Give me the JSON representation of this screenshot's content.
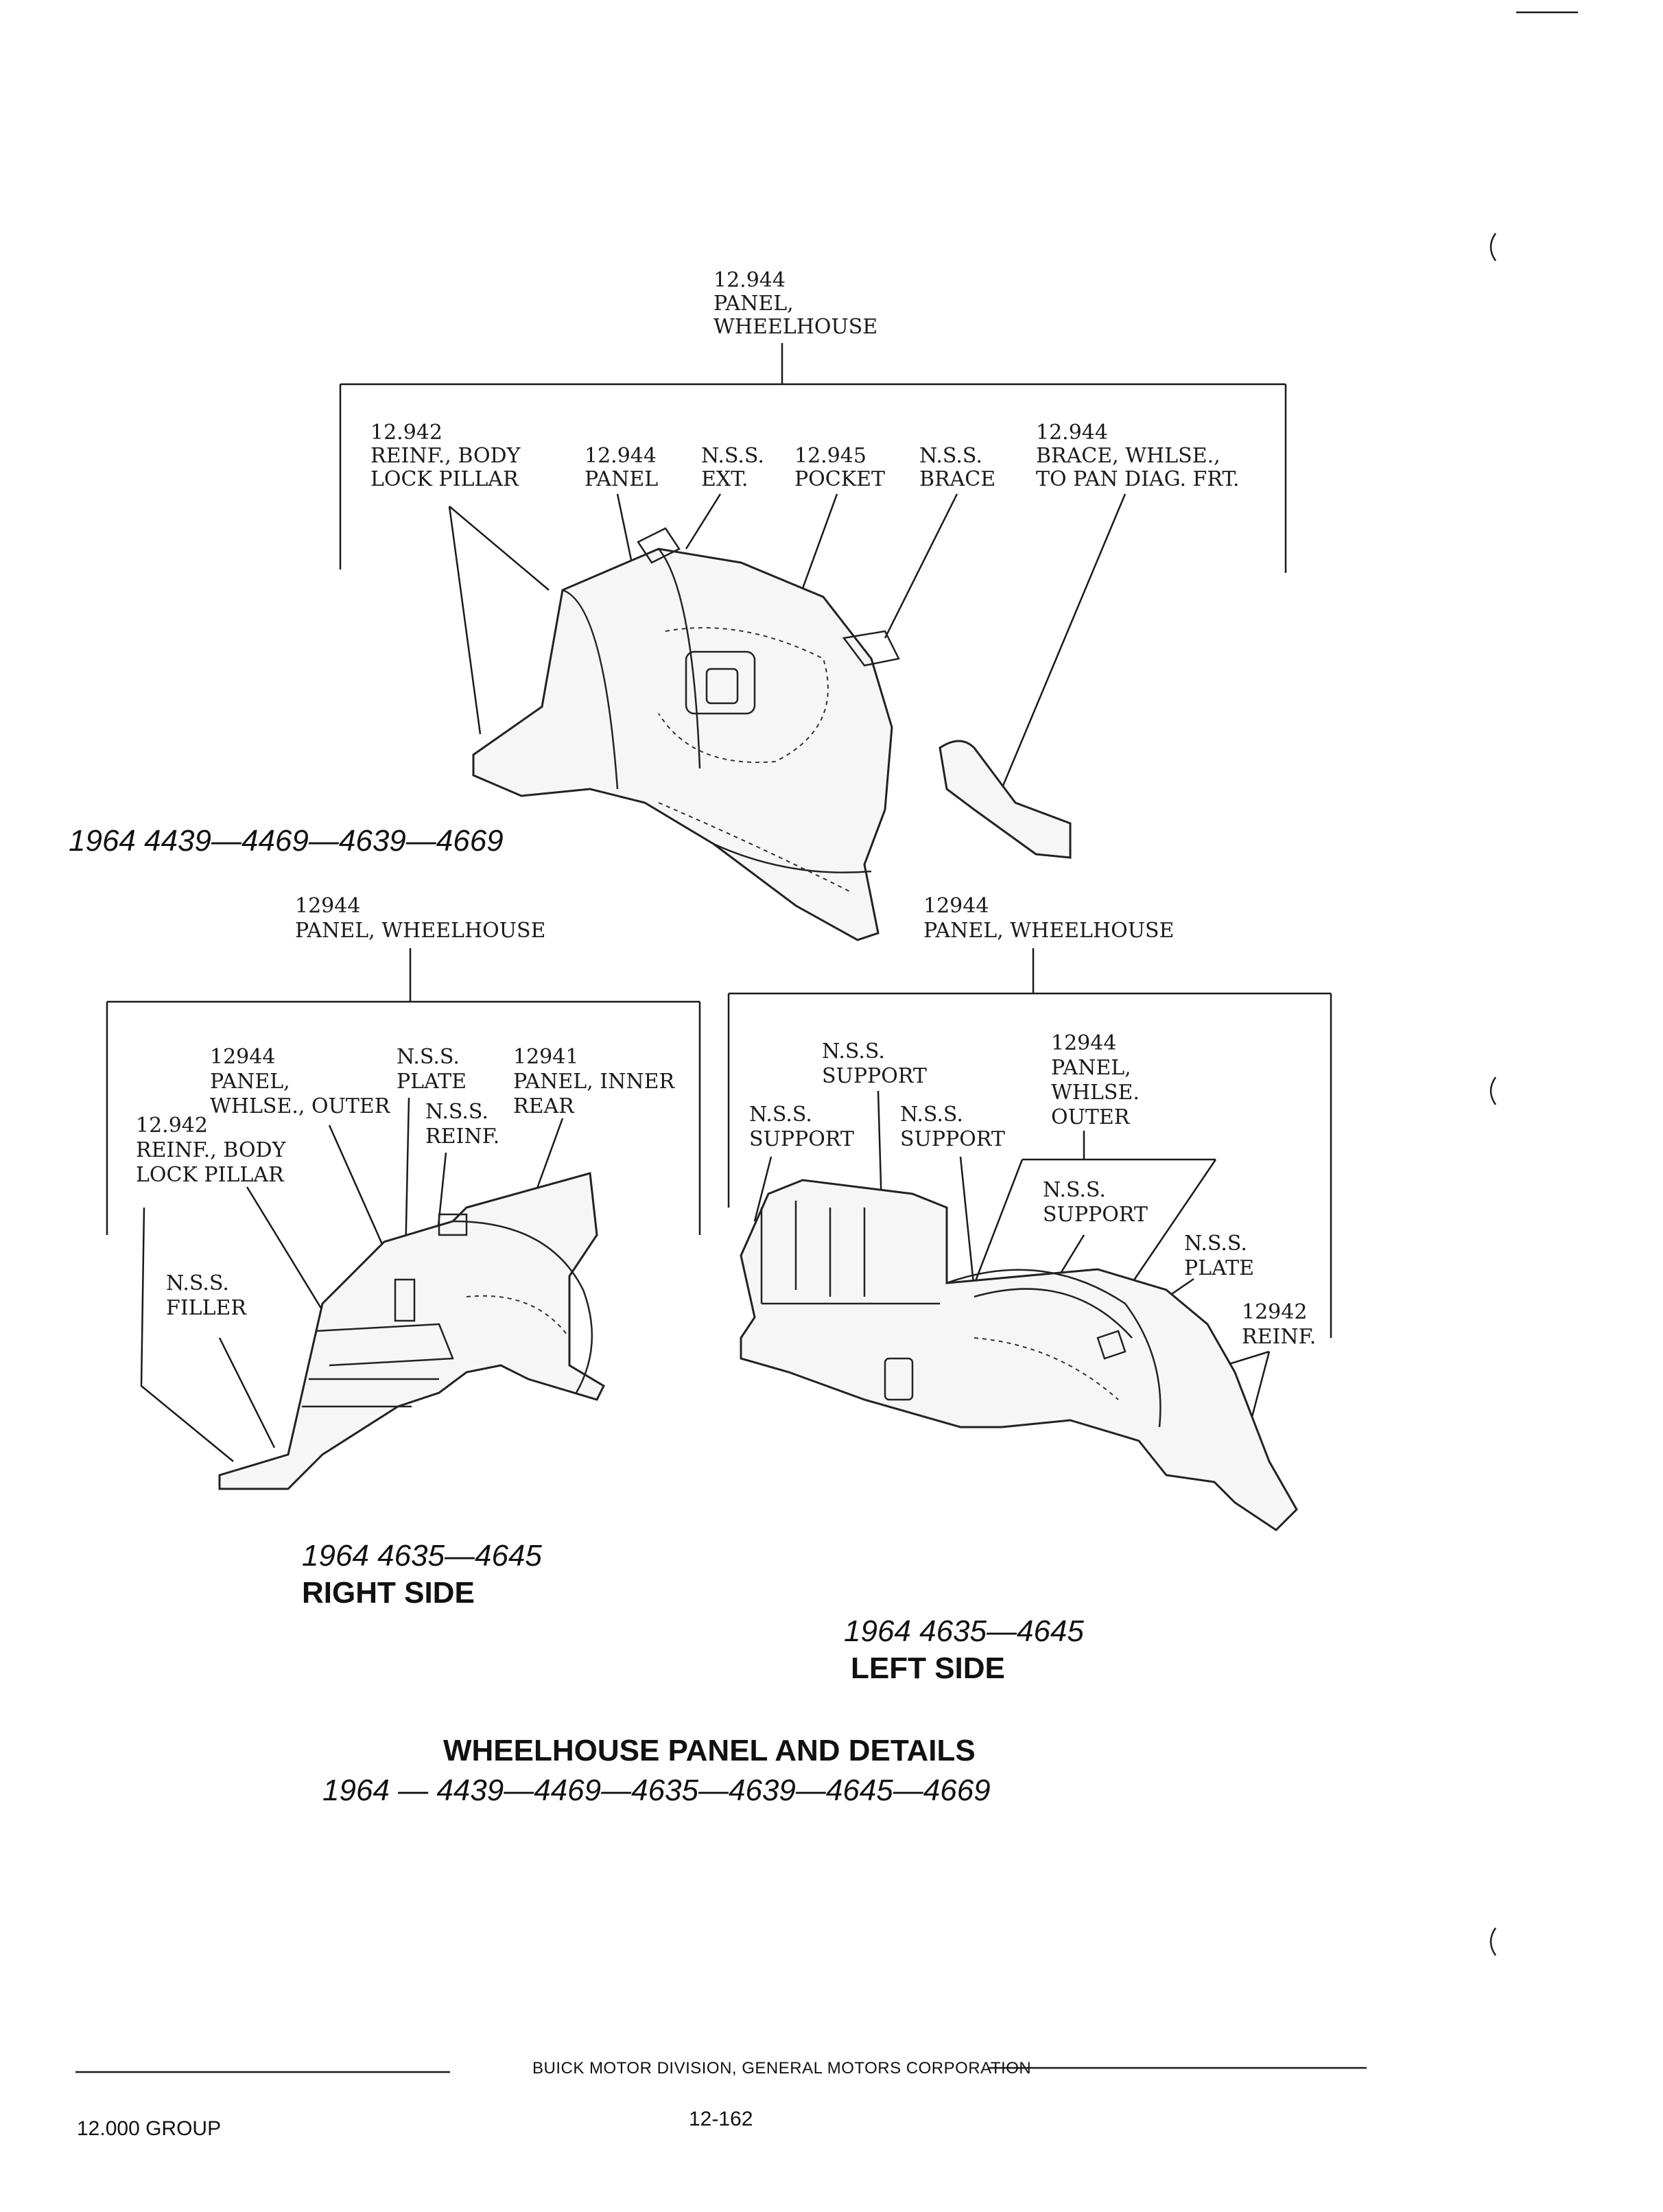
{
  "diagram_top": {
    "top_label": [
      "12.944",
      "PANEL,",
      "WHEELHOUSE"
    ],
    "callouts": {
      "reinf_body_lock_pillar": [
        "12.942",
        "REINF., BODY",
        "LOCK PILLAR"
      ],
      "panel": [
        "12.944",
        "PANEL"
      ],
      "nss_ext": [
        "N.S.S.",
        "EXT."
      ],
      "pocket": [
        "12.945",
        "POCKET"
      ],
      "nss_brace": [
        "N.S.S.",
        "BRACE"
      ],
      "brace_whlse": [
        "12.944",
        "BRACE, WHLSE.,",
        "TO PAN DIAG. FRT."
      ]
    },
    "caption": "1964  4439—4469—4639—4669"
  },
  "diagram_right_side": {
    "top_label": [
      "12944",
      "PANEL, WHEELHOUSE"
    ],
    "callouts": {
      "panel_whlse_outer": [
        "12944",
        "PANEL,",
        "WHLSE., OUTER"
      ],
      "nss_plate": [
        "N.S.S.",
        "PLATE"
      ],
      "panel_inner_rear": [
        "12941",
        "PANEL, INNER",
        "REAR"
      ],
      "nss_reinf": [
        "N.S.S.",
        "REINF."
      ],
      "reinf_body_lock_pillar": [
        "12.942",
        "REINF., BODY",
        "LOCK PILLAR"
      ],
      "nss_filler": [
        "N.S.S.",
        "FILLER"
      ]
    },
    "caption": [
      "1964  4635—4645",
      "RIGHT SIDE"
    ]
  },
  "diagram_left_side": {
    "top_label": [
      "12944",
      "PANEL, WHEELHOUSE"
    ],
    "callouts": {
      "nss_support_top": [
        "N.S.S.",
        "SUPPORT"
      ],
      "panel_whlse_outer": [
        "12944",
        "PANEL,",
        "WHLSE.",
        "OUTER"
      ],
      "nss_support_left": [
        "N.S.S.",
        "SUPPORT"
      ],
      "nss_support_mid": [
        "N.S.S.",
        "SUPPORT"
      ],
      "nss_support_right": [
        "N.S.S.",
        "SUPPORT"
      ],
      "nss_plate": [
        "N.S.S.",
        "PLATE"
      ],
      "reinf": [
        "12942",
        "REINF."
      ]
    },
    "caption": [
      "1964  4635—4645",
      "LEFT SIDE"
    ]
  },
  "title": {
    "line1": "WHEELHOUSE PANEL AND DETAILS",
    "line2": "1964 — 4439—4469—4635—4639—4645—4669"
  },
  "footer": {
    "corporation": "BUICK MOTOR DIVISION, GENERAL MOTORS CORPORATION",
    "group": "12.000 GROUP",
    "page_number": "12-162"
  }
}
